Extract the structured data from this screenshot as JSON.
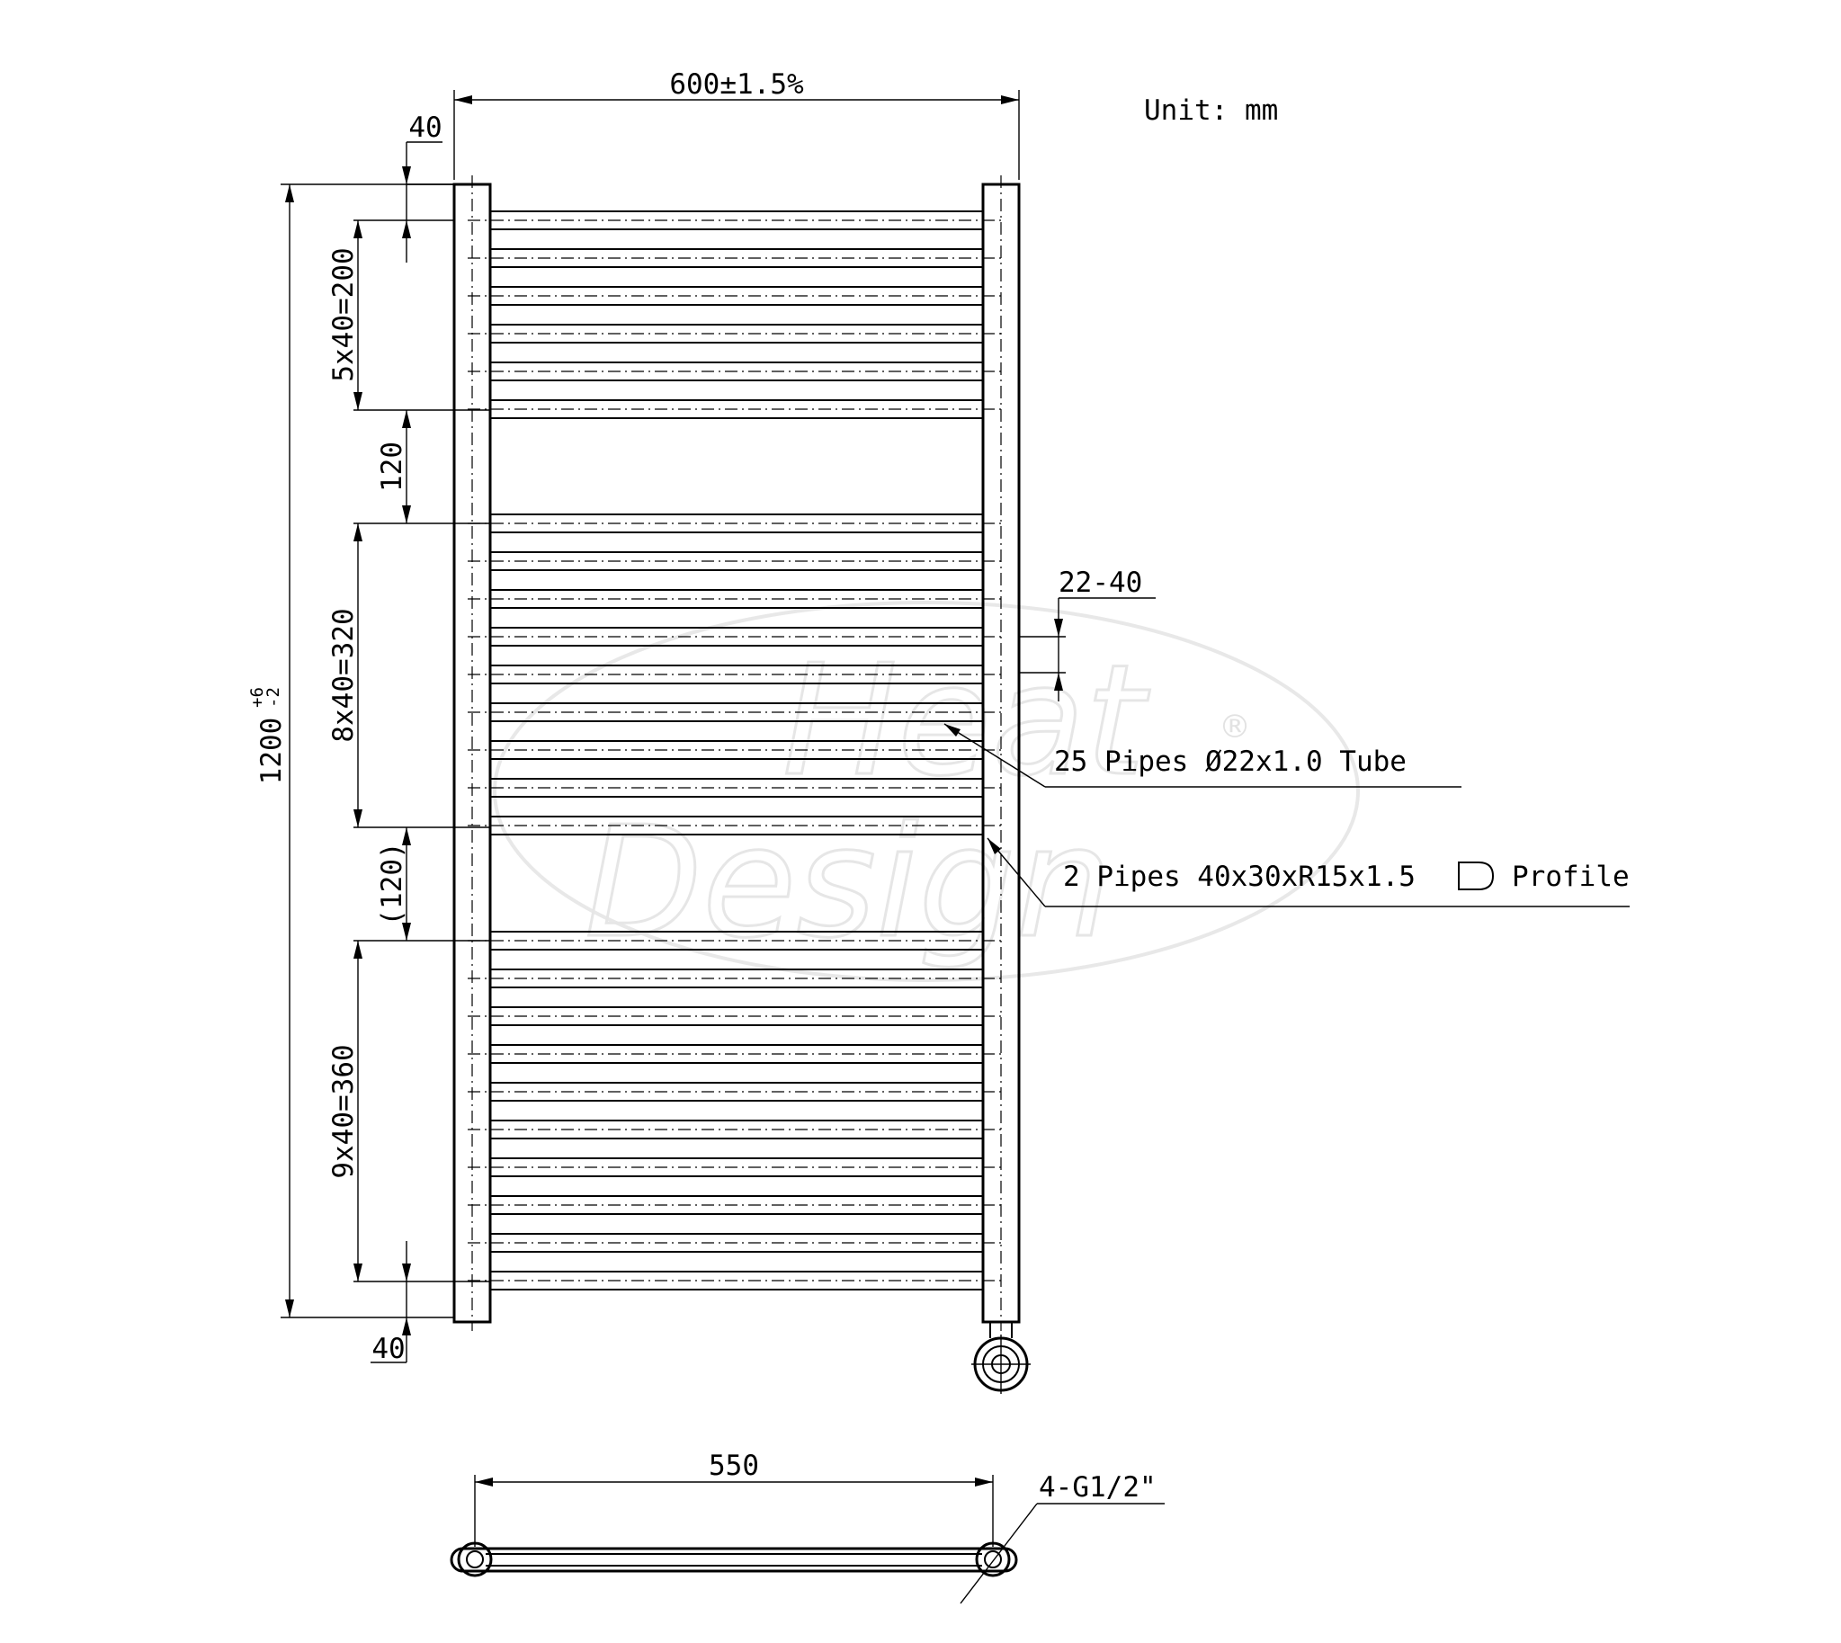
{
  "unit_label": "Unit: mm",
  "watermark": {
    "line1": "Heat",
    "line2": "Design",
    "mark": "®"
  },
  "dims": {
    "overall_width": "600±1.5%",
    "top_offset": "40",
    "bottom_offset": "40",
    "group_top": "5x40=200",
    "gap_top": "120",
    "group_middle": "8x40=320",
    "gap_bottom": "(120)",
    "group_bottom": "9x40=360",
    "height_main": "1200",
    "height_tol_plus": "+6",
    "height_tol_minus": "-2",
    "wall_gap": "22-40",
    "pipe_centres": "550",
    "connections": "4-G1/2\""
  },
  "callouts": {
    "tubes": "25 Pipes Ø22x1.0 Tube",
    "profile_prefix": "2 Pipes 40x30xR15x1.5",
    "profile_suffix": "Profile"
  },
  "rails": {
    "groups": [
      5,
      8,
      9
    ]
  }
}
